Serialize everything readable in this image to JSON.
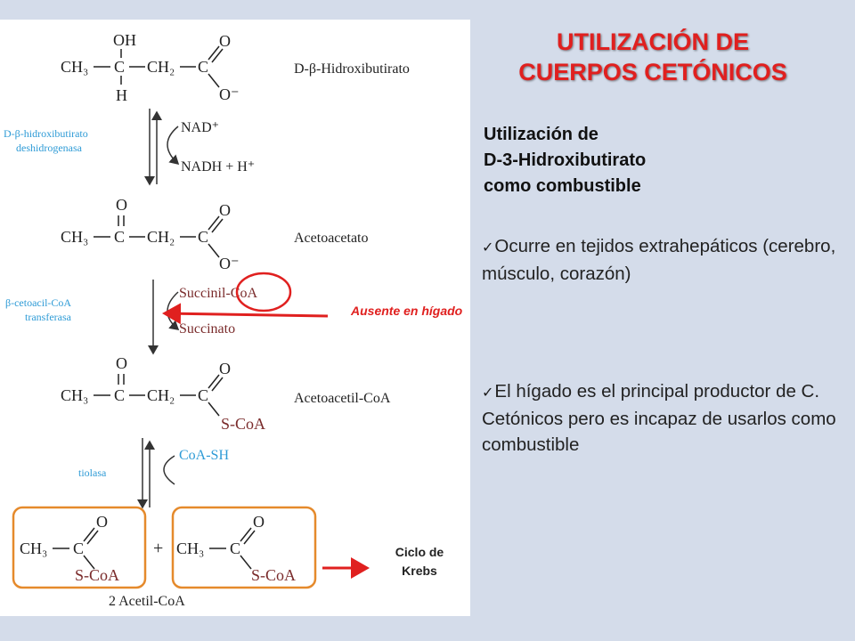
{
  "title": {
    "line1": "UTILIZACIÓN DE",
    "line2": "CUERPOS  CETÓNICOS"
  },
  "subtitle": {
    "line1": "Utilización de",
    "line2": "D-3-Hidroxibutirato",
    "line3": "como combustible"
  },
  "bullets": [
    "Ocurre en tejidos extrahepáticos (cerebro, músculo, corazón)",
    "El hígado es el principal productor de C. Cetónicos pero es incapaz de usarlos como combustible"
  ],
  "annotations": {
    "absent_liver": "Ausente en hígado",
    "krebs_line1": "Ciclo de",
    "krebs_line2": "Krebs"
  },
  "pathway": {
    "compounds": {
      "hydroxybutyrate": "D-β-Hidroxibutirato",
      "acetoacetate": "Acetoacetato",
      "acetoacetyl_coa": "Acetoacetil-CoA",
      "acetyl_coa": "2 Acetil-CoA"
    },
    "enzymes": {
      "dehydrogenase_line1": "D-β-hidroxibutirato",
      "dehydrogenase_line2": "deshidrogenasa",
      "transferase_line1": "β-cetoacil-CoA",
      "transferase_line2": "transferasa",
      "thiolase": "tiolasa"
    },
    "cofactors": {
      "nad": "NAD⁺",
      "nadh": "NADH + H⁺",
      "succinyl_coa": "Succinil-CoA",
      "succinate": "Succinato",
      "coa_sh": "CoA-SH"
    },
    "groups": {
      "oh": "OH",
      "h": "H",
      "o": "O",
      "o_minus": "O⁻",
      "ch3": "CH₃",
      "ch2": "CH₂",
      "c": "C",
      "s_coa": "S-CoA",
      "plus": "+"
    }
  },
  "colors": {
    "background": "#d4dcea",
    "title": "#e0201f",
    "enzyme": "#2e9bd6",
    "highlight_red": "#e0201f",
    "highlight_orange": "#e58a2c"
  }
}
